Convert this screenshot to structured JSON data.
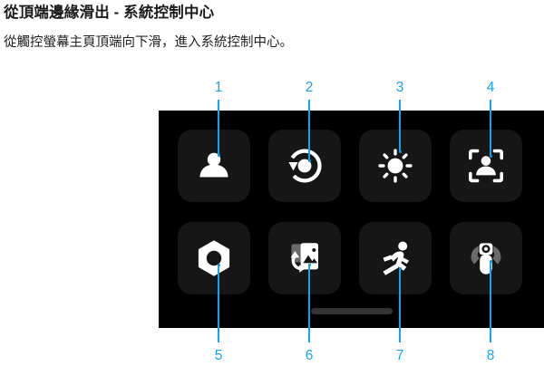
{
  "header": {
    "title": "從頂端邊緣滑出 - 系統控制中心",
    "subtitle": "從觸控螢幕主頁頂端向下滑，進入系統控制中心。"
  },
  "colors": {
    "callout": "#17a3e8",
    "panel_background": "#000000",
    "tile_background": "#161616",
    "icon": "#ffffff",
    "icon_secondary": "#6b6b6b",
    "home_indicator": "#333333"
  },
  "control_center": {
    "home_indicator_label": "home-indicator",
    "tiles": [
      {
        "number": "1",
        "icon": "person-icon",
        "name": "user-profile"
      },
      {
        "number": "2",
        "icon": "screen-rotation-icon",
        "name": "screen-rotation"
      },
      {
        "number": "3",
        "icon": "brightness-sun-icon",
        "name": "brightness"
      },
      {
        "number": "4",
        "icon": "face-recognition-icon",
        "name": "face-recognition"
      },
      {
        "number": "5",
        "icon": "hex-nut-icon",
        "name": "settings-nut"
      },
      {
        "number": "6",
        "icon": "wallpaper-rotate-icon",
        "name": "wallpaper-rotate"
      },
      {
        "number": "7",
        "icon": "running-person-icon",
        "name": "driving-mode"
      },
      {
        "number": "8",
        "icon": "robot-camera-icon",
        "name": "robot-camera"
      }
    ]
  },
  "callouts": {
    "top": [
      "1",
      "2",
      "3",
      "4"
    ],
    "bottom": [
      "5",
      "6",
      "7",
      "8"
    ]
  }
}
